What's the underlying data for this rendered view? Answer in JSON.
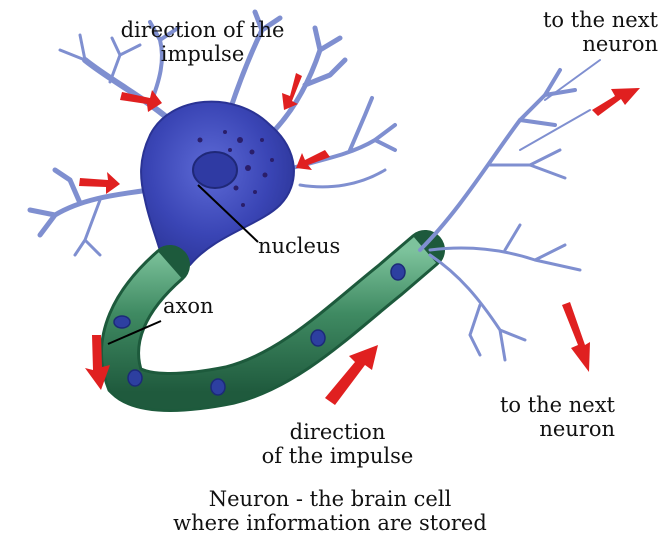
{
  "labels": {
    "impulse_top_line1": "direction of the",
    "impulse_top_line2": "impulse",
    "next_top_line1": "to the next",
    "next_top_line2": "neuron",
    "nucleus": "nucleus",
    "axon": "axon",
    "impulse_bottom_line1": "direction",
    "impulse_bottom_line2": "of the impulse",
    "next_bottom_line1": "to the next",
    "next_bottom_line2": "neuron",
    "caption_line1": "Neuron - the brain cell",
    "caption_line2": "where information are stored"
  },
  "colors": {
    "cell_body": "#3b46b8",
    "dendrite": "#7f8fd0",
    "myelin": "#3f8a62",
    "node": "#2d3fa0",
    "arrow": "#e02020",
    "spots": "#2a1e6a"
  }
}
